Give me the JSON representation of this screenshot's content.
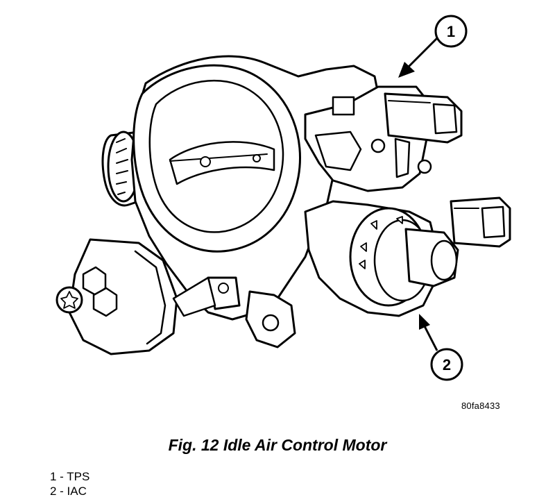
{
  "figure": {
    "callouts": [
      {
        "label": "1"
      },
      {
        "label": "2"
      }
    ],
    "reference_code": "80fa8433",
    "caption": "Fig. 12 Idle Air Control Motor"
  },
  "legend": {
    "items": [
      {
        "text": "1 - TPS"
      },
      {
        "text": "2 - IAC"
      }
    ]
  }
}
